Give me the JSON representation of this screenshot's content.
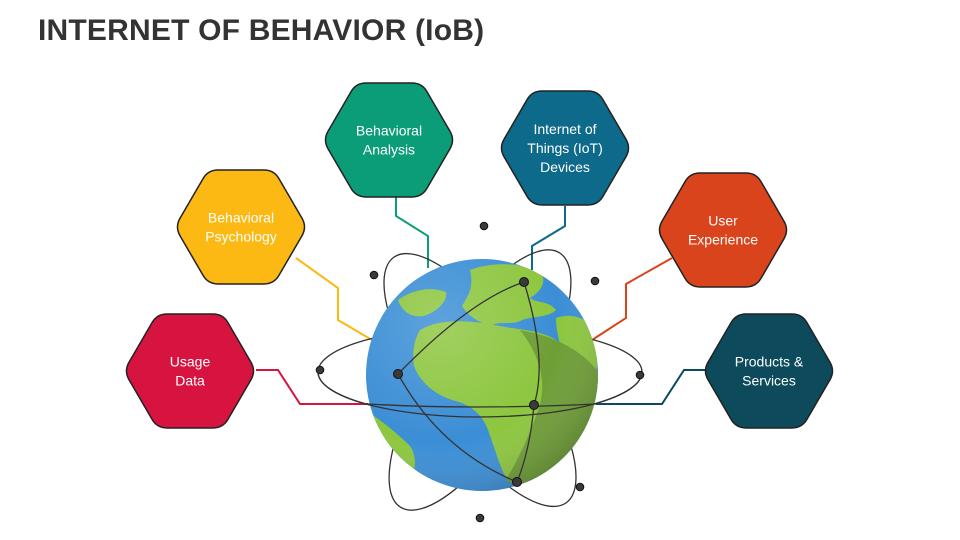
{
  "title": "INTERNET OF BEHAVIOR (IoB)",
  "nodes": [
    {
      "id": "usage-data",
      "lines": [
        "Usage",
        "Data"
      ],
      "color": "#D71440"
    },
    {
      "id": "behavioral-psychology",
      "lines": [
        "Behavioral",
        "Psychology"
      ],
      "color": "#FDB913"
    },
    {
      "id": "behavioral-analysis",
      "lines": [
        "Behavioral",
        "Analysis"
      ],
      "color": "#0A9D78"
    },
    {
      "id": "iot-devices",
      "lines": [
        "Internet of",
        "Things (IoT)",
        "Devices"
      ],
      "color": "#0D6A8A"
    },
    {
      "id": "user-experience",
      "lines": [
        "User",
        "Experience"
      ],
      "color": "#D9441D"
    },
    {
      "id": "products-services",
      "lines": [
        "Products &",
        "Services"
      ],
      "color": "#0C4A5C"
    }
  ],
  "globe": {
    "ocean": "#3B8ED5",
    "land": "#8DC63F",
    "land_shade": "#6E9E36",
    "orbit": "#333333"
  }
}
